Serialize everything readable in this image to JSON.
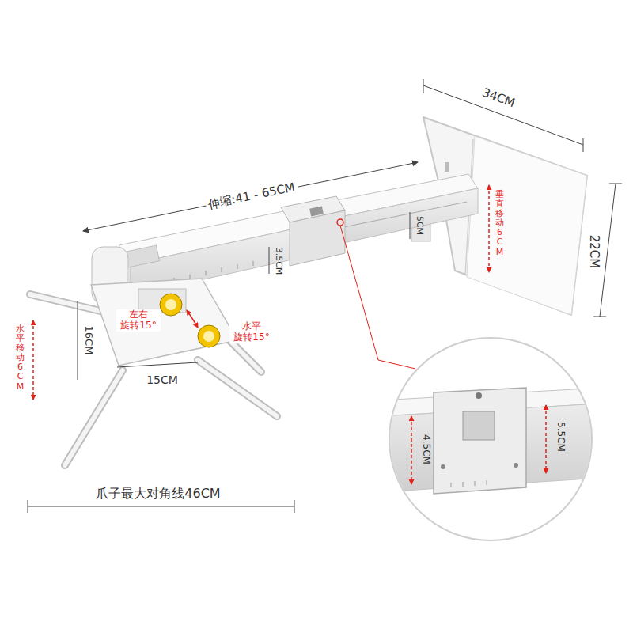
{
  "diagram": {
    "labels": [
      "34CM",
      "22CM",
      "伸缩:41 - 65CM",
      "垂直移动6CM",
      "5CM",
      "3.5CM",
      "左右 旋转15°",
      "水平 旋转15°",
      "水平移动6CM",
      "16CM",
      "15CM",
      "爪子最大对角线46CM",
      "5.5CM",
      "4.5CM"
    ]
  }
}
